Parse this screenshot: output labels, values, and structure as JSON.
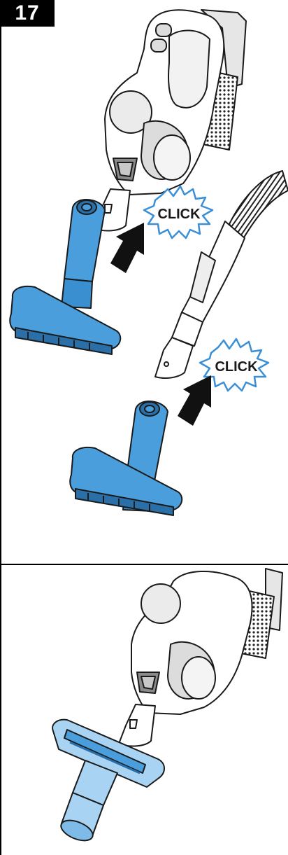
{
  "step": {
    "number": "17"
  },
  "callouts": [
    {
      "text": "CLICK"
    },
    {
      "text": "CLICK"
    }
  ],
  "colors": {
    "nozzle_fill": "#4a9edc",
    "nozzle_dark": "#2a6fa8",
    "nozzle_light_fill": "#a9d3f2",
    "callout_stroke": "#3a8fd6",
    "line": "#1a1a1a",
    "body_shade": "#e6e6e6"
  },
  "icons": [
    "vacuum-handle",
    "upholstery-nozzle",
    "hose",
    "arrow-up",
    "click-burst"
  ]
}
